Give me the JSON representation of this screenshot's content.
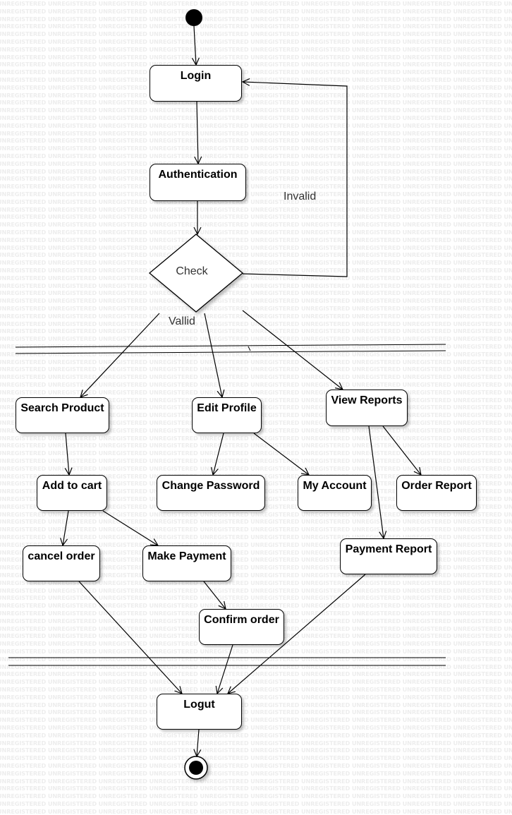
{
  "watermark_text": "UNREGISTERED",
  "nodes": {
    "login": "Login",
    "authentication": "Authentication",
    "search_product": "Search Product",
    "edit_profile": "Edit Profile",
    "view_reports": "View Reports",
    "add_to_cart": "Add to cart",
    "change_password": "Change Password",
    "my_account": "My Account",
    "order_report": "Order Report",
    "cancel_order": "cancel order",
    "make_payment": "Make Payment",
    "payment_report": "Payment Report",
    "confirm_order": "Confirm order",
    "logout": "Logut"
  },
  "decision": {
    "label": "Check"
  },
  "guards": {
    "invalid": "Invalid",
    "valid": "Vallid"
  }
}
